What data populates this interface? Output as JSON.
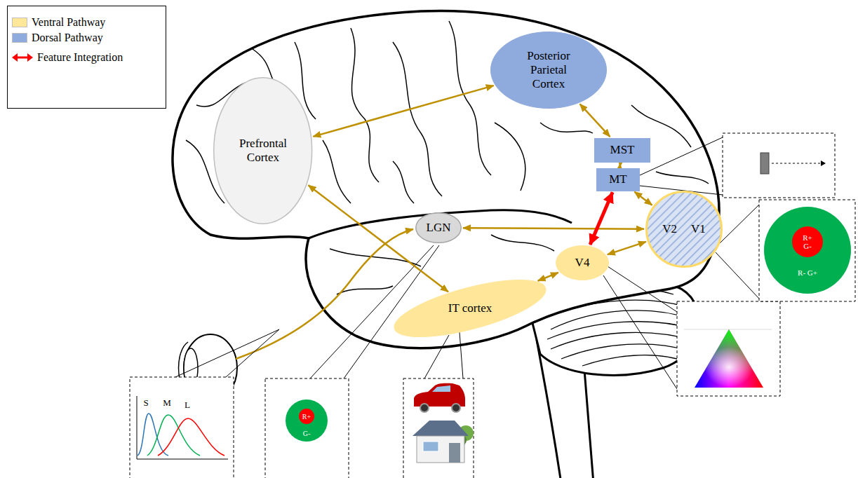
{
  "diagram": {
    "nodes": [
      {
        "text": [
          "Prefrontal Cortex"
        ]
      },
      {
        "text": [
          "Posterior Parietal Cortex"
        ]
      },
      {
        "text": [
          "MST"
        ]
      },
      {
        "text": [
          "MT"
        ]
      },
      {
        "text": [
          "LGN"
        ]
      },
      {
        "text": [
          "V2",
          "V1"
        ]
      },
      {
        "text": [
          "V4"
        ]
      },
      {
        "text": [
          "IT cortex"
        ]
      }
    ],
    "edges": [
      {
        "from": 0,
        "to": 1,
        "arrow": "both"
      },
      {
        "from": 0,
        "to": 7,
        "arrow": "both"
      },
      {
        "from": 1,
        "to": 2,
        "arrow": "both"
      },
      {
        "from": 2,
        "to": 3,
        "arrow": "both"
      },
      {
        "from": 3,
        "to": 5,
        "arrow": "both"
      },
      {
        "from": 4,
        "to": 5,
        "arrow": "both"
      },
      {
        "from": 6,
        "to": 5,
        "arrow": "both"
      },
      {
        "from": 7,
        "to": 6,
        "arrow": "both"
      },
      {
        "from": 3,
        "to": 6,
        "arrow": "both"
      }
    ],
    "labels": [
      "S",
      "M",
      "L",
      "R+",
      "G-",
      "R+ G-",
      "R- G+"
    ],
    "legend": [
      {
        "text": "Ventral Pathway",
        "color": "#ffe699"
      },
      {
        "text": "Dorsal Pathway",
        "color": "#8faadc"
      },
      {
        "text": "Feature Integration"
      }
    ]
  }
}
